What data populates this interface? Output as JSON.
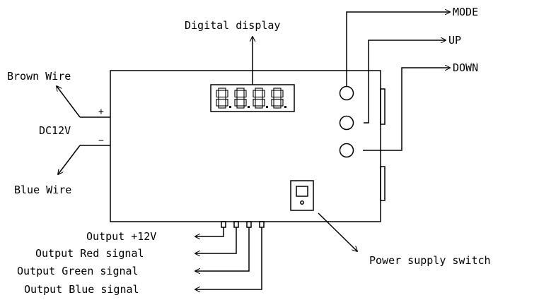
{
  "labels": {
    "digital_display": "Digital display",
    "mode": "MODE",
    "up": "UP",
    "down": "DOWN",
    "brown_wire": "Brown Wire",
    "dc12v": "DC12V",
    "blue_wire": "Blue Wire",
    "plus": "+",
    "minus": "−",
    "output_12v": "Output +12V",
    "output_red": "Output Red signal",
    "output_green": "Output Green signal",
    "output_blue": "Output Blue signal",
    "power_switch": "Power supply switch"
  },
  "display": {
    "digits": [
      "8",
      "8",
      "8",
      "8"
    ]
  },
  "colors": {
    "line": "#000000",
    "background": "#ffffff"
  }
}
